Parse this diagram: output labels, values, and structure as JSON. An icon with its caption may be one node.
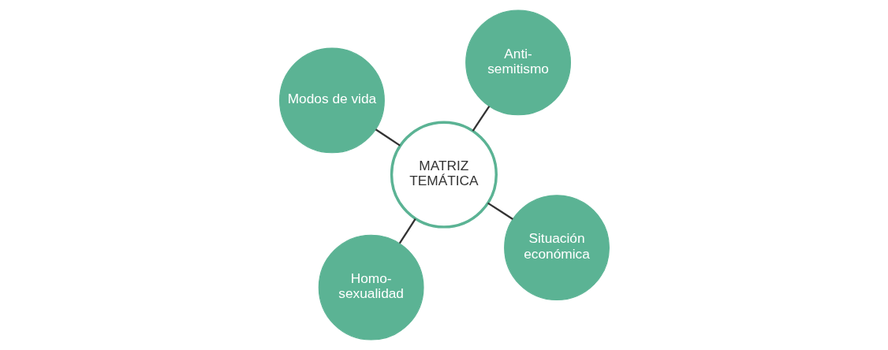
{
  "diagram": {
    "nodes": [
      {
        "text": [
          "MATRIZ TEMÁTICA"
        ]
      },
      {
        "text": [
          "Situación económica"
        ]
      },
      {
        "text": [
          "Homo- sexualidad"
        ]
      },
      {
        "text": [
          "Modos de vida"
        ]
      },
      {
        "text": [
          "Anti- semitismo"
        ]
      }
    ],
    "edges": [
      {
        "from": 0,
        "to": 1,
        "arrow": "none"
      },
      {
        "from": 0,
        "to": 2,
        "arrow": "none"
      },
      {
        "from": 0,
        "to": 3,
        "arrow": "none"
      },
      {
        "from": 0,
        "to": 4,
        "arrow": "none"
      }
    ]
  }
}
